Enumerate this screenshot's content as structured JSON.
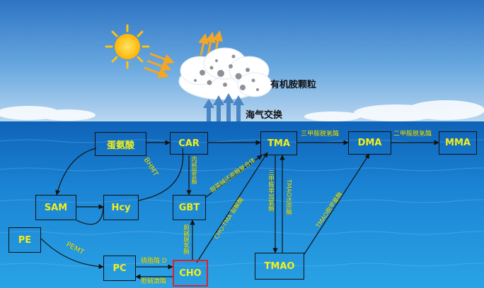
{
  "top": {
    "particles_label": "有机胺颗粒",
    "exchange_label": "海气交换"
  },
  "nodes": {
    "methionine": "蛋氨酸",
    "car": "CAR",
    "tma": "TMA",
    "dma": "DMA",
    "mma": "MMA",
    "sam": "SAM",
    "hcy": "Hcy",
    "gbt": "GBT",
    "pe": "PE",
    "pc": "PC",
    "cho": "CHO",
    "tmao": "TMAO"
  },
  "edges": {
    "tma_dma": "三甲胺脱氢酶",
    "dma_mma": "二甲胺脱氢酶",
    "bhmt": "BHMT",
    "car_gbt": "肉碱脱氢酶",
    "gbt_tma": "甜菜碱还原酶复合体",
    "cho_tma": "CHO-TMA 裂解酶",
    "tma_tmao": "三甲胺单加氧酶",
    "tmao_tma": "TMAO还原酶",
    "tmao_dma": "TMAO脱甲基酶",
    "pemt": "PEMT",
    "pc_cho_top": "磷脂酶 D",
    "pc_cho_bottom": "胆碱激酶",
    "cho_gbt": "胆碱脱氢酶"
  },
  "colors": {
    "label_yellow": "#f2ef1a",
    "highlight_red": "#e0202a",
    "sun": "#ffc20e",
    "arrow_blue": "#4a86c4"
  }
}
